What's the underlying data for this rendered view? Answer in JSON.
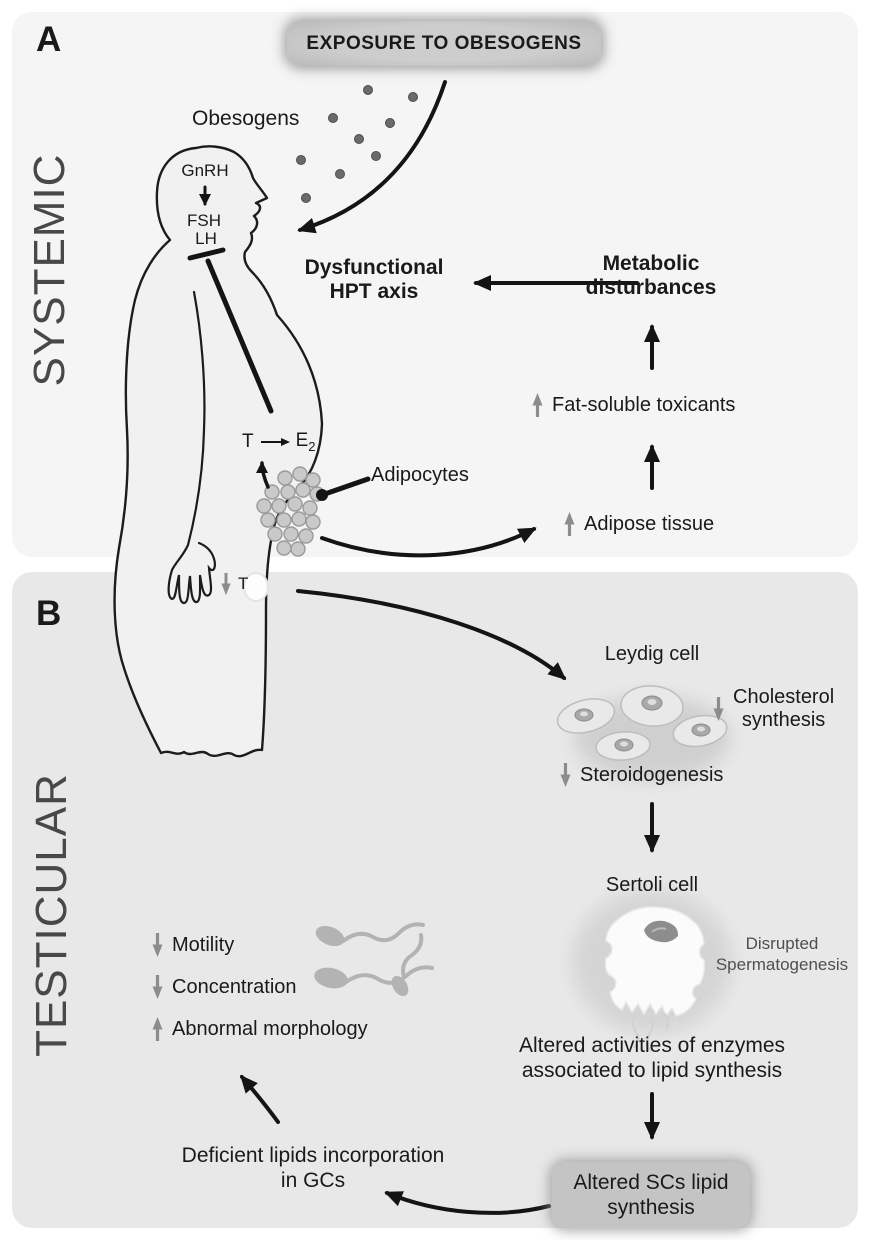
{
  "panels": {
    "a": {
      "letter": "A",
      "side_label": "SYSTEMIC"
    },
    "b": {
      "letter": "B",
      "side_label": "TESTICULAR"
    }
  },
  "systemic": {
    "exposure_banner": "EXPOSURE TO OBESOGENS",
    "obesogens_label": "Obesogens",
    "gnrh": "GnRH",
    "fsh": "FSH",
    "lh": "LH",
    "dysfunctional": {
      "line1": "Dysfunctional",
      "line2": "HPT axis"
    },
    "metabolic": {
      "line1": "Metabolic",
      "line2": "disturbances"
    },
    "fat_soluble": {
      "direction": "up",
      "label": "Fat-soluble toxicants"
    },
    "adipose": {
      "direction": "up",
      "label": "Adipose tissue"
    },
    "adipocytes_label": "Adipocytes",
    "t_to_e2": {
      "t": "T",
      "e": "E",
      "e_sub": "2"
    },
    "t_down": {
      "direction": "down",
      "label": "T"
    }
  },
  "testicular": {
    "leydig_label": "Leydig cell",
    "cholesterol": {
      "direction": "down",
      "line1": "Cholesterol",
      "line2": "synthesis"
    },
    "steroidogenesis": {
      "direction": "down",
      "label": "Steroidogenesis"
    },
    "sertoli_label": "Sertoli cell",
    "disrupted": {
      "line1": "Disrupted",
      "line2": "Spermatogenesis"
    },
    "altered_enzymes": {
      "line1": "Altered activities of enzymes",
      "line2": "associated to lipid synthesis"
    },
    "altered_box": {
      "line1": "Altered SCs lipid",
      "line2": "synthesis"
    },
    "deficient": {
      "line1": "Deficient lipids incorporation",
      "line2": "in GCs"
    },
    "sperm_params": [
      {
        "direction": "down",
        "label": "Motility"
      },
      {
        "direction": "down",
        "label": "Concentration"
      },
      {
        "direction": "up",
        "label": "Abnormal morphology"
      }
    ]
  },
  "colors": {
    "panel_a_bg": "#f5f5f6",
    "panel_b_bg": "#e8e8e8",
    "banner_bg": "#c6c6c6",
    "altered_box_bg": "#c4c4c4",
    "indicator_gray": "#8c8c8c",
    "text": "#1a1a1a",
    "side_label": "#484848"
  }
}
